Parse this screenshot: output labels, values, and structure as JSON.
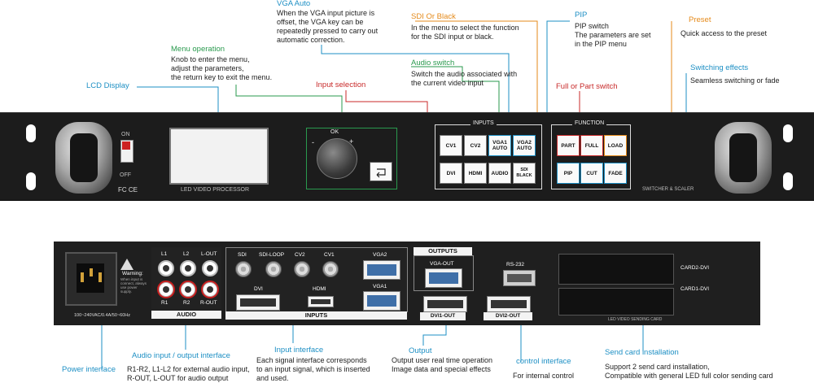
{
  "front_panel": {
    "lcd_caption": "LED VIDEO PROCESSOR",
    "power_on": "ON",
    "power_off": "OFF",
    "certifications": "FC CE",
    "knob_label": "OK",
    "knob_minus": "-",
    "knob_plus": "+",
    "right_caption": "SWITCHER & SCALER",
    "inputs_title": "INPUTS",
    "function_title": "FUNCTION",
    "input_keys": [
      "CV1",
      "CV2",
      "VGA1\nAUTO",
      "VGA2\nAUTO",
      "DVI",
      "HDMI",
      "AUDIO",
      "SDI\nBLACK"
    ],
    "function_keys": [
      "PART",
      "FULL",
      "LOAD",
      "PIP",
      "CUT",
      "FADE"
    ]
  },
  "rear_panel": {
    "audio_ports": [
      "L1",
      "L2",
      "L-OUT",
      "R1",
      "R2",
      "R-OUT"
    ],
    "audio_band": "AUDIO",
    "video_ports": [
      "SDI",
      "SDI-LOOP",
      "CV2",
      "CV1"
    ],
    "dvi": "DVI",
    "hdmi": "HDMI",
    "vga2": "VGA2",
    "vga1": "VGA1",
    "inputs_band": "INPUTS",
    "outputs_band": "OUTPUTS",
    "vga_out": "VGA-OUT",
    "dvi1_out": "DVI1-OUT",
    "dvi2_out": "DVI2-OUT",
    "rs232": "RS-232",
    "card2": "CARD2-DVI",
    "card1": "CARD1-DVI",
    "card_caption": "LED VIDEO SENDING CARD",
    "power_rating": "100~240VAC/0.4A/50~60Hz",
    "warning_title": "Warning:",
    "warning_text": "When input is connect, always use power supply."
  },
  "callouts": {
    "lcd": {
      "title": "LCD Display"
    },
    "menu": {
      "title": "Menu operation",
      "desc": "Knob to enter the menu,\nadjust the parameters,\nthe return key to exit the menu."
    },
    "vga": {
      "title": "VGA Auto",
      "desc": "When the VGA input picture is\noffset, the VGA key can be\nrepeatedly pressed to carry out\nautomatic correction."
    },
    "input_selection": {
      "title": "Input selection"
    },
    "sdi": {
      "title": "SDI Or Black",
      "desc": "In the menu to select the function\nfor the SDI input or black."
    },
    "audio_switch": {
      "title": "Audio switch",
      "desc": "Switch the audio associated with\nthe current video input"
    },
    "pip": {
      "title": "PIP",
      "desc": "PIP switch\nThe parameters are set\nin the PIP menu"
    },
    "full_part": {
      "title": "Full or Part switch"
    },
    "preset": {
      "title": "Preset",
      "desc": "Quick access to the preset"
    },
    "switching": {
      "title": "Switching effects",
      "desc": "Seamless switching or fade"
    },
    "power": {
      "title": "Power interface"
    },
    "audio_io": {
      "title": "Audio input / output interface",
      "desc": "R1-R2, L1-L2 for external audio input,\nR-OUT, L-OUT for audio output"
    },
    "input_if": {
      "title": "Input interface",
      "desc": "Each signal interface corresponds\nto an input signal, which is inserted\nand used."
    },
    "output": {
      "title": "Output",
      "desc": "Output user real time operation\nImage data and special effects"
    },
    "control": {
      "title": "control interface",
      "desc": "For internal control"
    },
    "sendcard": {
      "title": "Send card installation",
      "desc": "Support 2 send card installation,\nCompatible with general LED full color sending card"
    }
  },
  "colors": {
    "blue": "#1d8fc4",
    "green": "#2a9a4e",
    "red": "#c82a2a",
    "orange": "#e58a1a"
  }
}
